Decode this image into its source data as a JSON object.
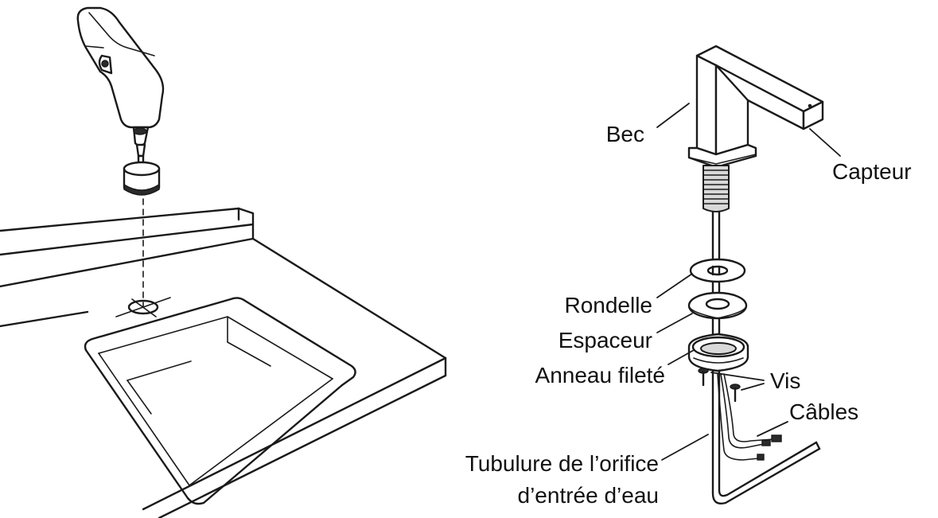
{
  "labels": {
    "spout": "Bec",
    "sensor": "Capteur",
    "washer": "Rondelle",
    "spacer": "Espaceur",
    "threaded_ring": "Anneau fileté",
    "screws": "Vis",
    "cables": "Câbles",
    "inlet_line1": "Tubulure de l’orifice",
    "inlet_line2": "d’entrée d’eau"
  },
  "colors": {
    "line": "#1a1a1a",
    "text": "#111111",
    "background": "#ffffff",
    "metal_shade": "#d9d9d9"
  }
}
